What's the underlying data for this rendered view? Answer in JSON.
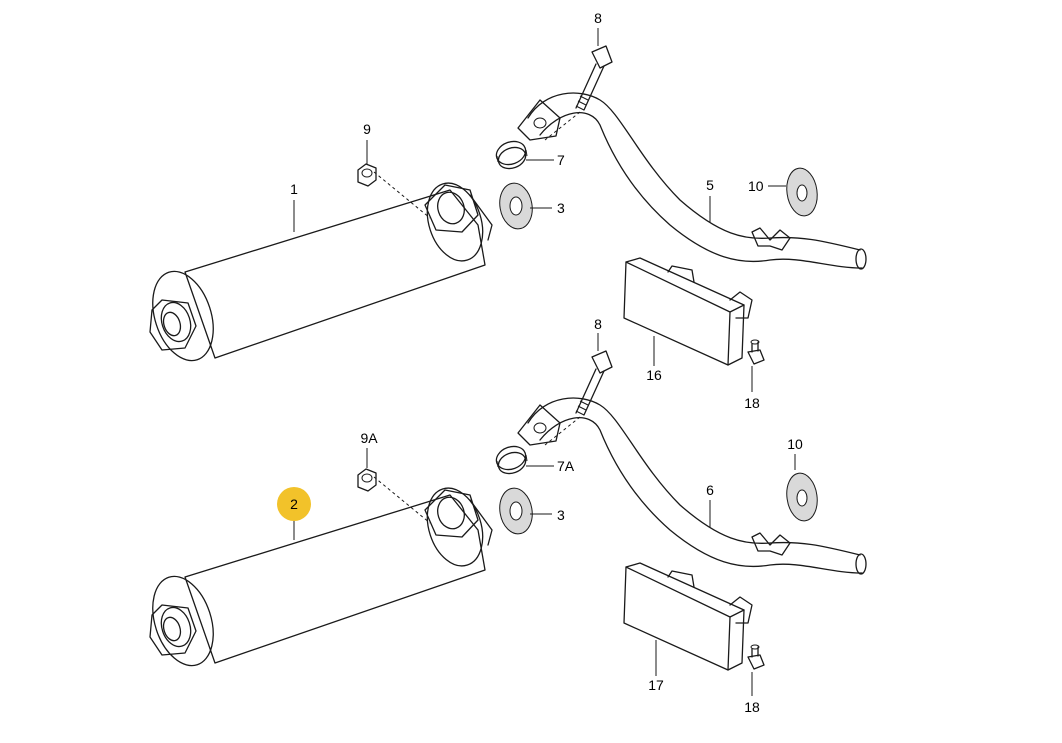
{
  "diagram": {
    "highlight_color": "#f2c22a",
    "callouts": {
      "top_1": "1",
      "top_3": "3",
      "top_5": "5",
      "top_7": "7",
      "top_8": "8",
      "top_9": "9",
      "top_10": "10",
      "top_16": "16",
      "top_18": "18",
      "bot_2": "2",
      "bot_3": "3",
      "bot_6": "6",
      "bot_7a": "7A",
      "bot_8": "8",
      "bot_9a": "9A",
      "bot_10": "10",
      "bot_17": "17",
      "bot_18": "18"
    }
  }
}
